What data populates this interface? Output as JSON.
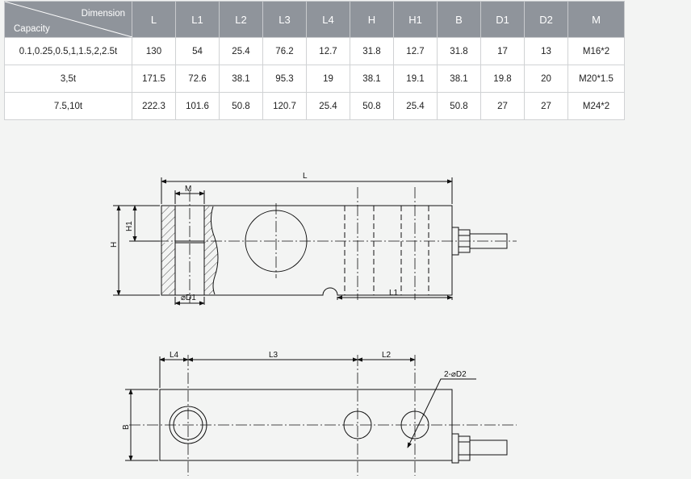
{
  "table": {
    "corner": {
      "dimension": "Dimension",
      "capacity": "Capacity"
    },
    "headers": [
      "L",
      "L1",
      "L2",
      "L3",
      "L4",
      "H",
      "H1",
      "B",
      "D1",
      "D2",
      "M"
    ],
    "rows": [
      {
        "capacity": "0.1,0.25,0.5,1,1.5,2,2.5t",
        "values": [
          "130",
          "54",
          "25.4",
          "76.2",
          "12.7",
          "31.8",
          "12.7",
          "31.8",
          "17",
          "13",
          "M16*2"
        ]
      },
      {
        "capacity": "3,5t",
        "values": [
          "171.5",
          "72.6",
          "38.1",
          "95.3",
          "19",
          "38.1",
          "19.1",
          "38.1",
          "19.8",
          "20",
          "M20*1.5"
        ]
      },
      {
        "capacity": "7.5,10t",
        "values": [
          "222.3",
          "101.6",
          "50.8",
          "120.7",
          "25.4",
          "50.8",
          "25.4",
          "50.8",
          "27",
          "27",
          "M24*2"
        ]
      }
    ]
  },
  "drawing": {
    "side_view": {
      "L": "L",
      "M": "M",
      "H": "H",
      "H1": "H1",
      "D1": "⌀D1",
      "L1": "L1"
    },
    "top_view": {
      "L4": "L4",
      "L3": "L3",
      "L2": "L2",
      "D2": "2-⌀D2",
      "B": "B"
    }
  }
}
